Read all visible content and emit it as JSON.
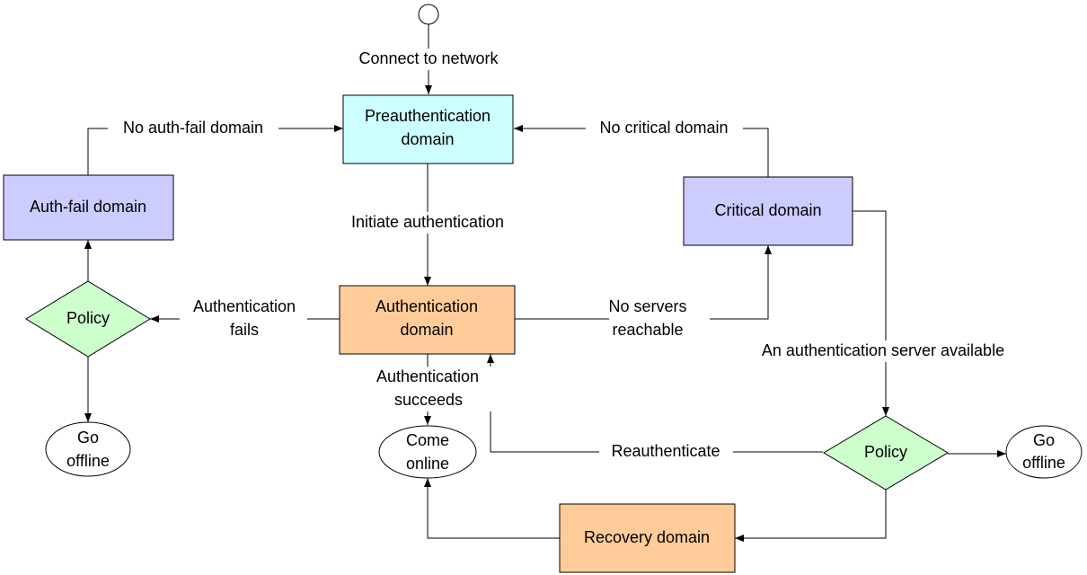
{
  "colors": {
    "preauth_fill": "#ccffff",
    "auth_fill": "#ffcc99",
    "recovery_fill": "#ffcc99",
    "critical_fill": "#ccccff",
    "authfail_fill": "#ccccff",
    "policy_fill": "#ccffcc",
    "terminal_fill": "#ffffff",
    "line": "#000000"
  },
  "nodes": {
    "start": "",
    "preauth": [
      "Preauthentication",
      "domain"
    ],
    "auth": [
      "Authentication",
      "domain"
    ],
    "critical": [
      "Critical domain"
    ],
    "authfail": [
      "Auth-fail domain"
    ],
    "recovery": [
      "Recovery domain"
    ],
    "policy_left": [
      "Policy"
    ],
    "policy_right": [
      "Policy"
    ],
    "offline_left": [
      "Go",
      "offline"
    ],
    "offline_right": [
      "Go",
      "offline"
    ],
    "online": [
      "Come",
      "online"
    ]
  },
  "edges": {
    "connect": [
      "Connect to network"
    ],
    "initiate": [
      "Initiate authentication"
    ],
    "no_authfail": [
      "No auth-fail domain"
    ],
    "no_critical": [
      "No critical domain"
    ],
    "auth_fails": [
      "Authentication",
      "fails"
    ],
    "no_servers": [
      "No servers",
      "reachable"
    ],
    "server_available": [
      "An authentication server available"
    ],
    "auth_succeeds": [
      "Authentication",
      "succeeds"
    ],
    "reauthenticate": [
      "Reauthenticate"
    ]
  }
}
